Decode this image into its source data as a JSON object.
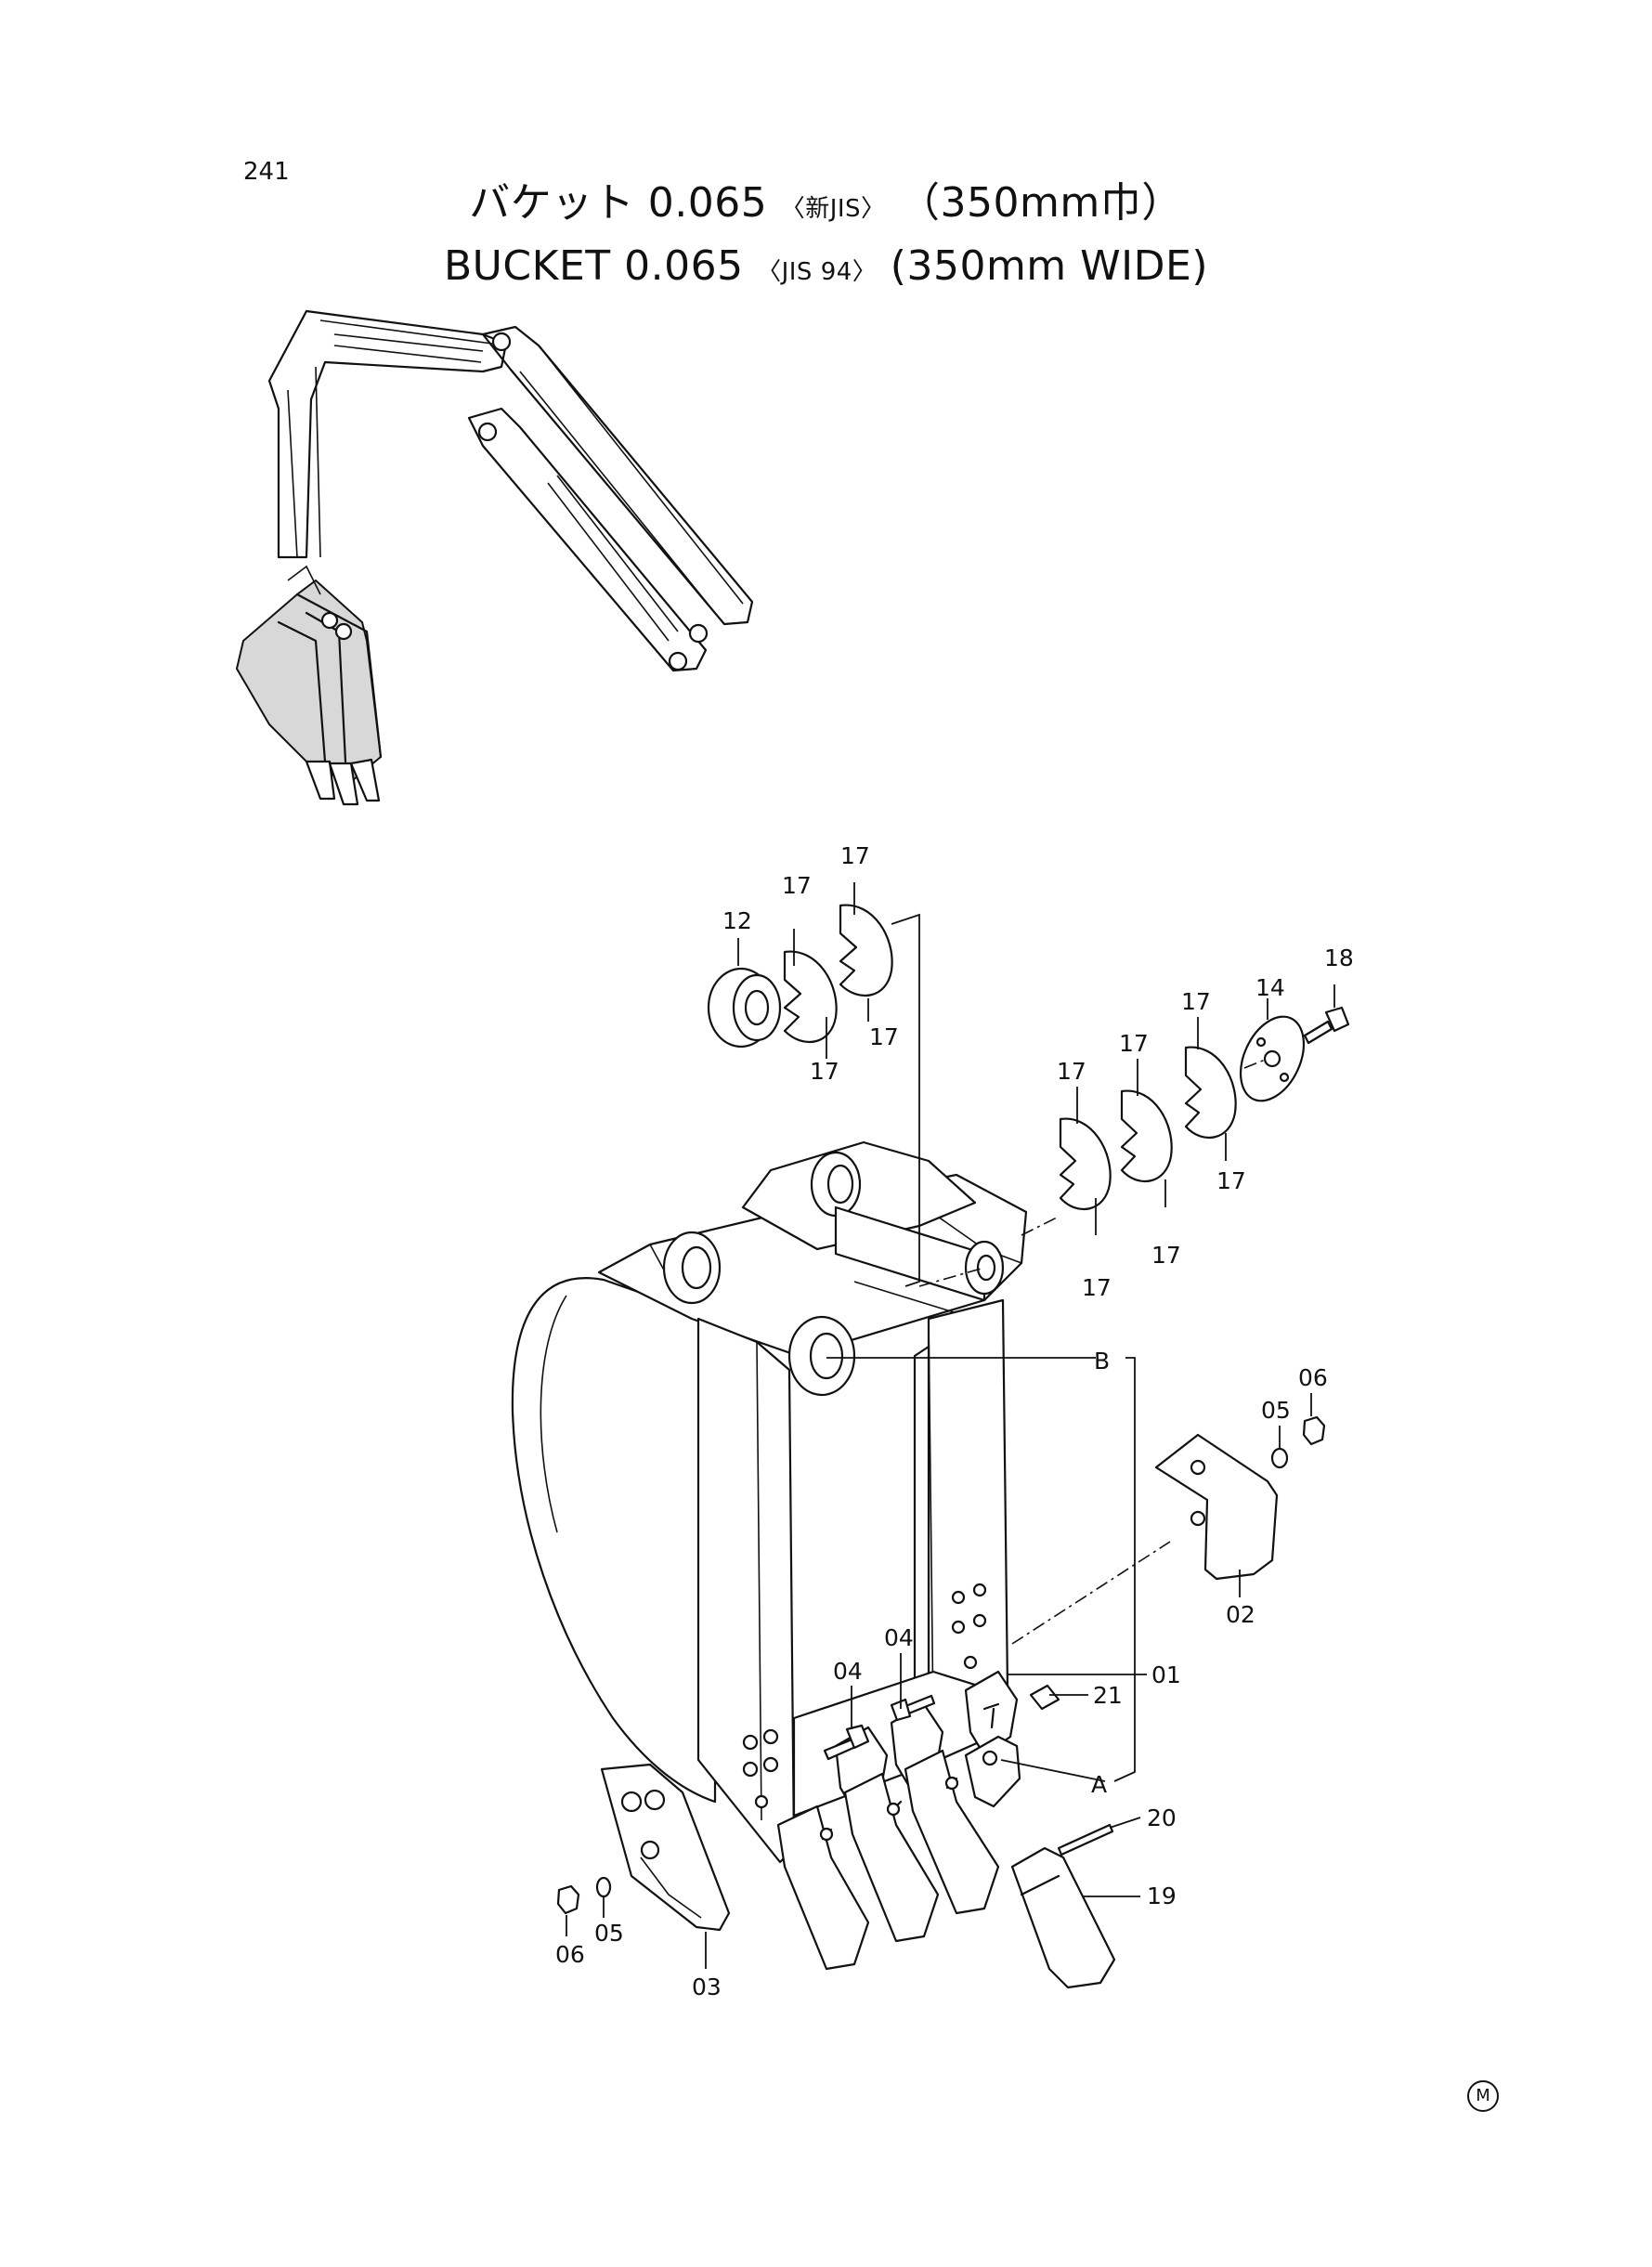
{
  "page": {
    "number": "241",
    "title_jp": {
      "main": "バケット 0.065",
      "std": "〈新JIS〉",
      "width": "（350mm巾）"
    },
    "title_en": {
      "main": "BUCKET  0.065",
      "std": "〈JIS 94〉",
      "width": "(350mm  WIDE)"
    },
    "mark": "M"
  },
  "callouts": {
    "c01": "01",
    "c02": "02",
    "c03": "03",
    "c04a": "04",
    "c04b": "04",
    "c05a": "05",
    "c05b": "05",
    "c06a": "06",
    "c06b": "06",
    "c12": "12",
    "c14": "14",
    "c17a": "17",
    "c17b": "17",
    "c17c": "17",
    "c17d": "17",
    "c17e": "17",
    "c17f": "17",
    "c17g": "17",
    "c17h": "17",
    "c17i": "17",
    "c17j": "17",
    "c18": "18",
    "c19": "19",
    "c20": "20",
    "c21": "21",
    "refA": "A",
    "refB": "B"
  }
}
